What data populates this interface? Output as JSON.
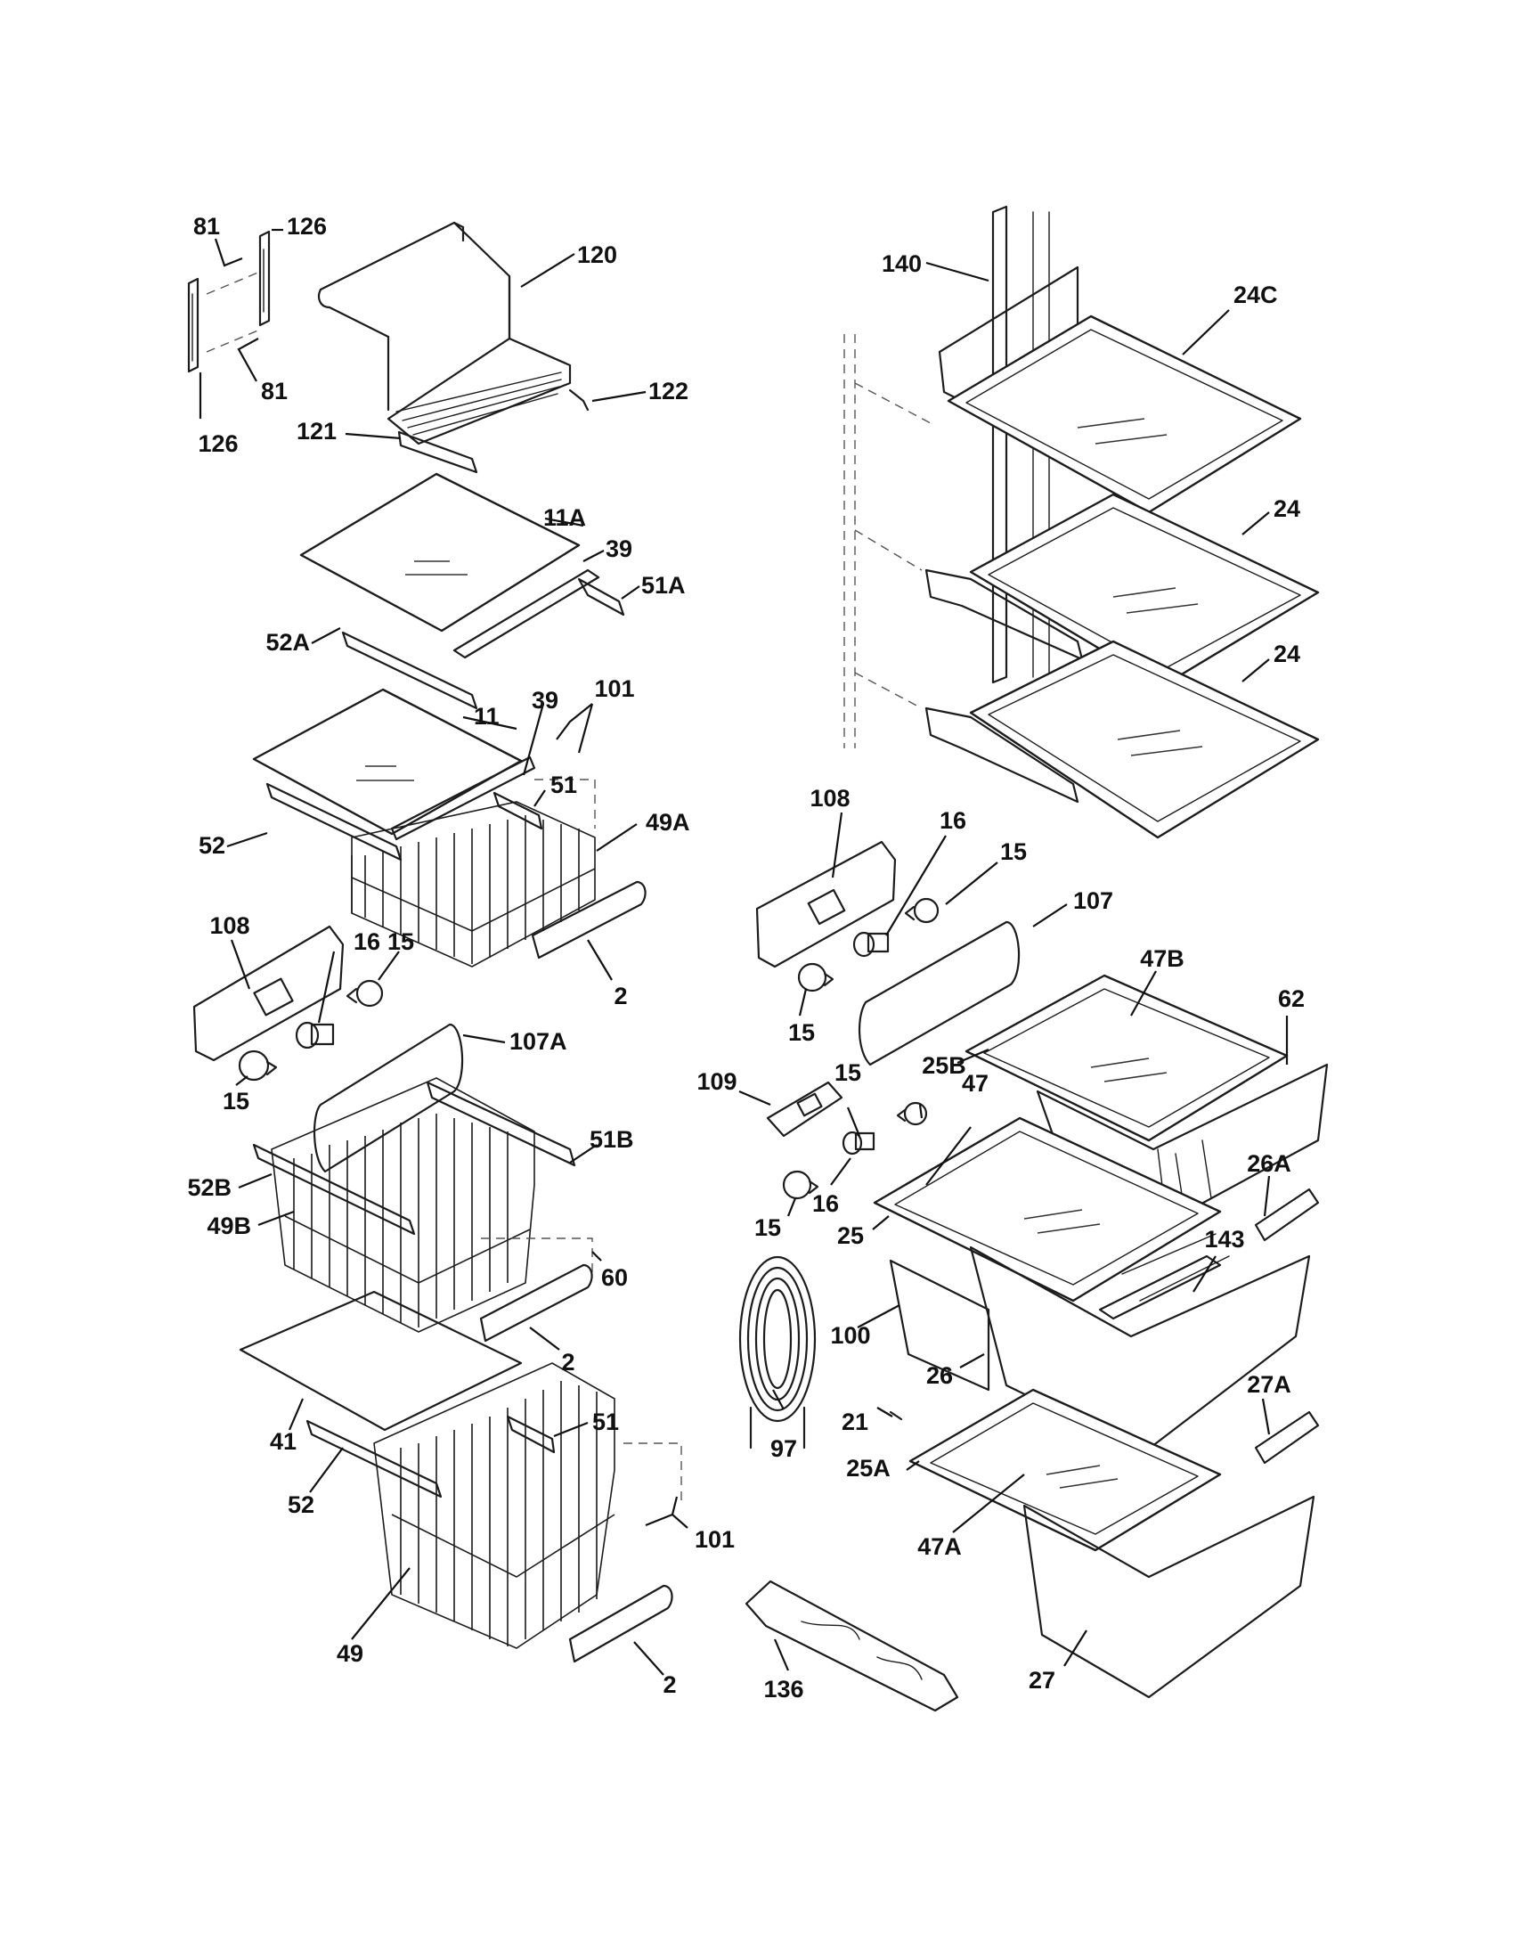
{
  "labels": [
    {
      "id": "l81a",
      "text": "81"
    },
    {
      "id": "l126a",
      "text": "126"
    },
    {
      "id": "l120",
      "text": "120"
    },
    {
      "id": "l81b",
      "text": "81"
    },
    {
      "id": "l122",
      "text": "122"
    },
    {
      "id": "l126b",
      "text": "126"
    },
    {
      "id": "l121",
      "text": "121"
    },
    {
      "id": "l11A",
      "text": "11A"
    },
    {
      "id": "l39a",
      "text": "39"
    },
    {
      "id": "l51A",
      "text": "51A"
    },
    {
      "id": "l52A",
      "text": "52A"
    },
    {
      "id": "l11",
      "text": "11"
    },
    {
      "id": "l39b",
      "text": "39"
    },
    {
      "id": "l101a",
      "text": "101"
    },
    {
      "id": "l51a",
      "text": "51"
    },
    {
      "id": "l52a",
      "text": "52"
    },
    {
      "id": "l49A",
      "text": "49A"
    },
    {
      "id": "l108a",
      "text": "108"
    },
    {
      "id": "l16a",
      "text": "16"
    },
    {
      "id": "l15a",
      "text": "15"
    },
    {
      "id": "l2a",
      "text": "2"
    },
    {
      "id": "l107A",
      "text": "107A"
    },
    {
      "id": "l15b",
      "text": "15"
    },
    {
      "id": "l51B",
      "text": "51B"
    },
    {
      "id": "l52B",
      "text": "52B"
    },
    {
      "id": "l49B",
      "text": "49B"
    },
    {
      "id": "l60",
      "text": "60"
    },
    {
      "id": "l2b",
      "text": "2"
    },
    {
      "id": "l41",
      "text": "41"
    },
    {
      "id": "l51b",
      "text": "51"
    },
    {
      "id": "l52b",
      "text": "52"
    },
    {
      "id": "l101b",
      "text": "101"
    },
    {
      "id": "l49",
      "text": "49"
    },
    {
      "id": "l2c",
      "text": "2"
    },
    {
      "id": "l140",
      "text": "140"
    },
    {
      "id": "l24C",
      "text": "24C"
    },
    {
      "id": "l24a",
      "text": "24"
    },
    {
      "id": "l24b",
      "text": "24"
    },
    {
      "id": "l108b",
      "text": "108"
    },
    {
      "id": "l16b",
      "text": "16"
    },
    {
      "id": "l15c",
      "text": "15"
    },
    {
      "id": "l107",
      "text": "107"
    },
    {
      "id": "l15d",
      "text": "15"
    },
    {
      "id": "l47B",
      "text": "47B"
    },
    {
      "id": "l62",
      "text": "62"
    },
    {
      "id": "l25B",
      "text": "25B"
    },
    {
      "id": "l109",
      "text": "109"
    },
    {
      "id": "l15e",
      "text": "15"
    },
    {
      "id": "l47",
      "text": "47"
    },
    {
      "id": "l26A",
      "text": "26A"
    },
    {
      "id": "l16c",
      "text": "16"
    },
    {
      "id": "l15f",
      "text": "15"
    },
    {
      "id": "l25",
      "text": "25"
    },
    {
      "id": "l143",
      "text": "143"
    },
    {
      "id": "l100",
      "text": "100"
    },
    {
      "id": "l26",
      "text": "26"
    },
    {
      "id": "l27A",
      "text": "27A"
    },
    {
      "id": "l21",
      "text": "21"
    },
    {
      "id": "l97",
      "text": "97"
    },
    {
      "id": "l25A",
      "text": "25A"
    },
    {
      "id": "l47A",
      "text": "47A"
    },
    {
      "id": "l136",
      "text": "136"
    },
    {
      "id": "l27",
      "text": "27"
    }
  ]
}
